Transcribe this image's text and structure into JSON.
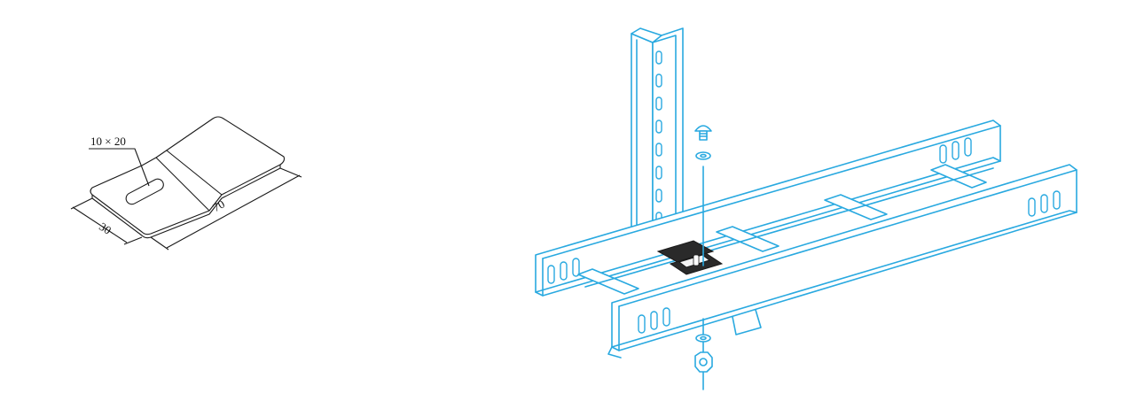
{
  "plate_drawing": {
    "slot_label": "10 × 20",
    "width_label": "30",
    "length_label": "70"
  },
  "assembly_drawing": {
    "components": [
      "vertical-column-icon",
      "cable-ladder-tray-icon",
      "splice-plate-icon",
      "bolt-icon",
      "washer-icon",
      "nut-icon"
    ]
  },
  "colors": {
    "line_drawing": "#29a9e0",
    "ink": "#1a1a1a"
  }
}
